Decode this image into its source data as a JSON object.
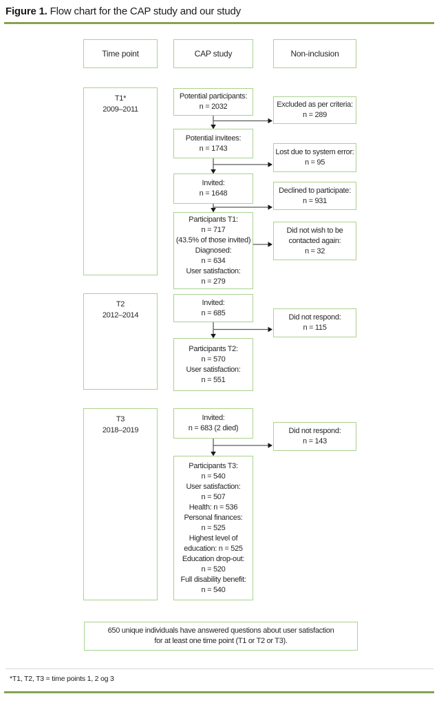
{
  "figure": {
    "label": "Figure 1.",
    "caption": " Flow chart for the CAP study and our study"
  },
  "columns": {
    "time_point": "Time point",
    "cap_study": "CAP study",
    "non_inclusion": "Non-inclusion"
  },
  "t1": {
    "label": "T1*\n2009–2011",
    "potential_participants": "Potential participants:\nn = 2032",
    "excluded": "Excluded as per criteria:\nn = 289",
    "potential_invitees": "Potential invitees:\nn = 1743",
    "lost_system_error": "Lost due to system error:\nn = 95",
    "invited": "Invited:\nn = 1648",
    "declined": "Declined to participate:\nn = 931",
    "participants": "Participants T1:\nn = 717\n(43.5% of those invited)\nDiagnosed:\nn = 634\nUser satisfaction:\nn = 279",
    "no_contact": "Did not wish to be\ncontacted again:\nn = 32"
  },
  "t2": {
    "label": "T2\n2012–2014",
    "invited": "Invited:\nn = 685",
    "did_not_respond": "Did not respond:\nn = 115",
    "participants": "Participants T2:\nn = 570\nUser satisfaction:\nn = 551"
  },
  "t3": {
    "label": "T3\n2018–2019",
    "invited": "Invited:\nn = 683 (2 died)",
    "did_not_respond": "Did not respond:\nn = 143",
    "participants": "Participants T3:\nn = 540\nUser satisfaction:\nn = 507\nHealth: n = 536\nPersonal finances:\nn = 525\nHighest level of\neducation: n = 525\nEducation drop-out:\nn = 520\nFull disability benefit:\nn = 540"
  },
  "summary": "650 unique individuals have answered questions about user satisfaction\nfor at least one time point (T1 or T2 or T3).",
  "footnote": "*T1, T2, T3 = time points 1, 2 og 3",
  "colors": {
    "box_border": "#a9d18e",
    "rule_green": "#84a24d",
    "rule_gray": "#d6d6d6",
    "arrow_line": "#5a5a5a",
    "text": "#262626"
  }
}
